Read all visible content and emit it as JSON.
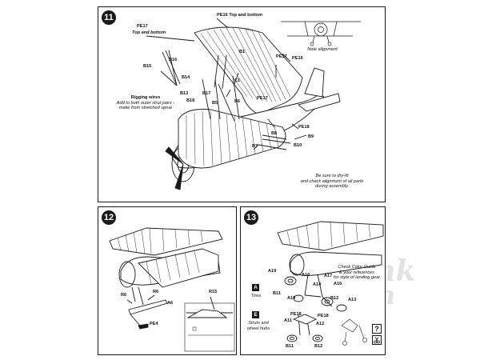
{
  "colors": {
    "ink": "#1a1a1a",
    "watermark": "#b4b4b4",
    "paper": "#ffffff"
  },
  "step11": {
    "number": "11",
    "parts": {
      "pe16": "PE16 Top and bottom",
      "pe17a": "PE17",
      "pe17b": "Top and bottom",
      "b1": "B1",
      "pe17c": "PE17",
      "pe16b": "PE16",
      "b16": "B16",
      "b15": "B15",
      "b14": "B14",
      "b13": "B13",
      "b18": "B18",
      "b17": "B17",
      "c1": "C1",
      "b5": "B5",
      "b6": "B6",
      "pe17d": "PE17",
      "pe18": "PE18",
      "b8": "B8",
      "b7": "B7",
      "b9": "B9",
      "b10": "B10"
    },
    "rigging_title": "Rigging wires",
    "rigging_note1": "Add to both outer strut pairs -",
    "rigging_note2": "make from stretched sprue",
    "alignment_note": "Note alignment",
    "dryfit1": "Be sure to dry-fit",
    "dryfit2": "and check alignment of all parts",
    "dryfit3": "during assembly."
  },
  "step12": {
    "number": "12",
    "parts": {
      "r6a": "R6",
      "r6b": "R6",
      "a6": "A6",
      "pe4": "PE4",
      "r15": "R15"
    }
  },
  "step13": {
    "number": "13",
    "parts": {
      "a19a": "A19",
      "a10": "A10",
      "a17": "A17",
      "a14": "A14",
      "a16": "A16",
      "a19b": "A19",
      "b11a": "B11",
      "b12a": "B12",
      "a13": "A13",
      "a11": "A11",
      "pe18a": "PE18",
      "pe18b": "PE18",
      "a12": "A12",
      "b11b": "B11",
      "b12b": "B12"
    },
    "check_note1": "Check Color Guide",
    "check_note2": "& your references",
    "check_note3": "for style of landing gear",
    "legend_a_letter": "A",
    "legend_a_text": "Tires",
    "legend_e_letter": "E",
    "legend_e_text1": "Struts and",
    "legend_e_text2": "wheel hubs",
    "question_glyph": "?"
  },
  "watermark": {
    "line1": "HobbyLink",
    "line2": "Japan"
  }
}
